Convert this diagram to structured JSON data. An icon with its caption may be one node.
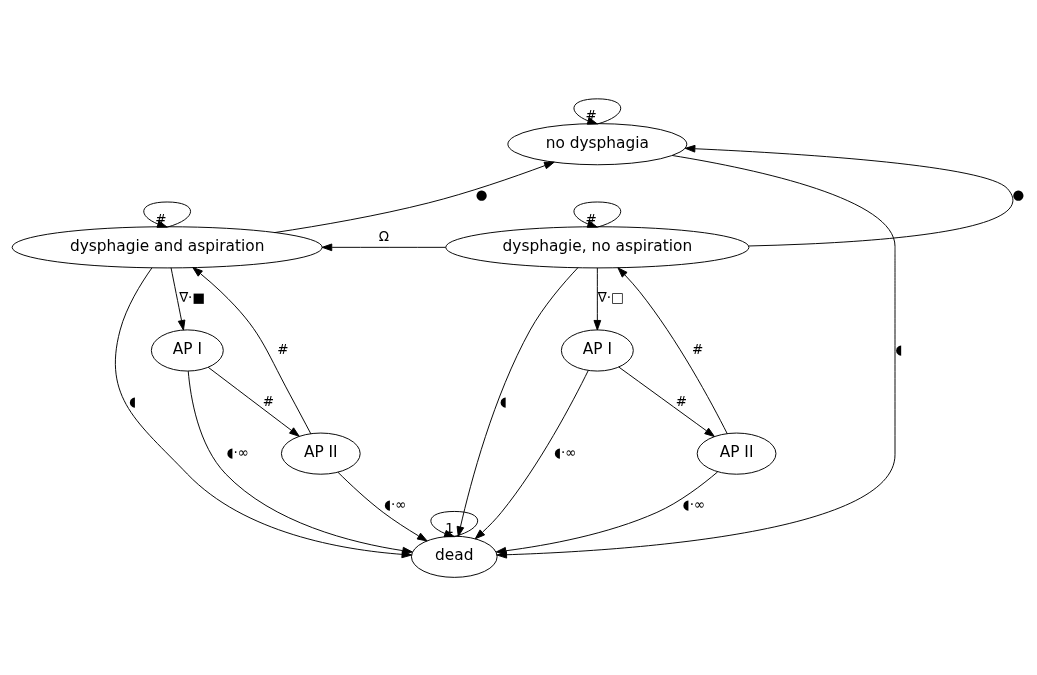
{
  "diagram": {
    "nodes": [
      {
        "text": [
          "no dysphagia"
        ]
      },
      {
        "text": [
          "dysphagie and aspiration"
        ]
      },
      {
        "text": [
          "dysphagie, no aspiration"
        ]
      },
      {
        "text": [
          "dead"
        ]
      },
      {
        "text": [
          "AP I"
        ]
      },
      {
        "text": [
          "AP I"
        ]
      },
      {
        "text": [
          "AP II"
        ]
      },
      {
        "text": [
          "AP II"
        ]
      }
    ],
    "edges": [
      {
        "from": 0,
        "to": 0,
        "arrow": "to",
        "label": "#"
      },
      {
        "from": 1,
        "to": 1,
        "arrow": "to",
        "label": "#"
      },
      {
        "from": 2,
        "to": 2,
        "arrow": "to",
        "label": "#"
      },
      {
        "from": 1,
        "to": 0,
        "arrow": "to",
        "label": "●"
      },
      {
        "from": 2,
        "to": 0,
        "arrow": "to",
        "label": "●"
      },
      {
        "from": 0,
        "to": 3,
        "arrow": "to",
        "label": "◖"
      },
      {
        "from": 2,
        "to": 1,
        "arrow": "to",
        "label": "Ω"
      },
      {
        "from": 1,
        "to": 3,
        "arrow": "to",
        "label": "◖"
      },
      {
        "from": 2,
        "to": 3,
        "arrow": "to",
        "label": "◖"
      },
      {
        "from": 1,
        "to": 4,
        "arrow": "to",
        "label": "∇·■"
      },
      {
        "from": 2,
        "to": 5,
        "arrow": "to",
        "label": "∇·□"
      },
      {
        "from": 4,
        "to": 3,
        "arrow": "to",
        "label": "◖·∞"
      },
      {
        "from": 4,
        "to": 6,
        "arrow": "to",
        "label": "#"
      },
      {
        "from": 6,
        "to": 1,
        "arrow": "to",
        "label": "#"
      },
      {
        "from": 6,
        "to": 3,
        "arrow": "to",
        "label": "◖·∞"
      },
      {
        "from": 3,
        "to": 3,
        "arrow": "to",
        "label": "1"
      },
      {
        "from": 5,
        "to": 3,
        "arrow": "to",
        "label": "◖·∞"
      },
      {
        "from": 5,
        "to": 7,
        "arrow": "to",
        "label": "#"
      },
      {
        "from": 7,
        "to": 2,
        "arrow": "to",
        "label": "#"
      },
      {
        "from": 7,
        "to": 3,
        "arrow": "to",
        "label": "◖·∞"
      }
    ]
  }
}
